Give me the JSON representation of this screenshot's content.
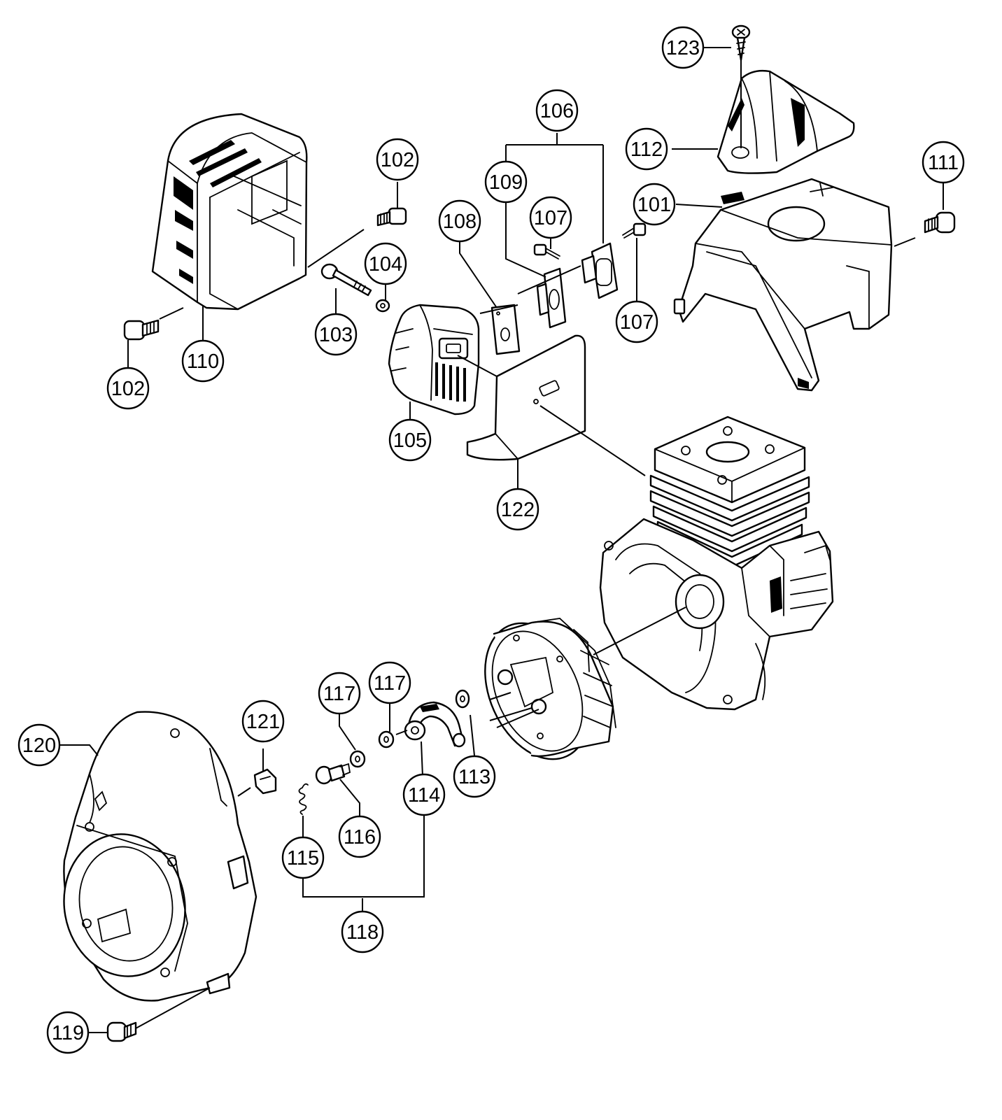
{
  "diagram": {
    "callouts": [
      {
        "id": "101",
        "label": "101"
      },
      {
        "id": "102a",
        "label": "102"
      },
      {
        "id": "102b",
        "label": "102"
      },
      {
        "id": "103",
        "label": "103"
      },
      {
        "id": "104",
        "label": "104"
      },
      {
        "id": "105",
        "label": "105"
      },
      {
        "id": "106",
        "label": "106"
      },
      {
        "id": "107a",
        "label": "107"
      },
      {
        "id": "107b",
        "label": "107"
      },
      {
        "id": "108",
        "label": "108"
      },
      {
        "id": "109",
        "label": "109"
      },
      {
        "id": "110",
        "label": "110"
      },
      {
        "id": "111",
        "label": "111"
      },
      {
        "id": "112",
        "label": "112"
      },
      {
        "id": "113",
        "label": "113"
      },
      {
        "id": "114",
        "label": "114"
      },
      {
        "id": "115",
        "label": "115"
      },
      {
        "id": "116",
        "label": "116"
      },
      {
        "id": "117a",
        "label": "117"
      },
      {
        "id": "117b",
        "label": "117"
      },
      {
        "id": "118",
        "label": "118"
      },
      {
        "id": "119",
        "label": "119"
      },
      {
        "id": "120",
        "label": "120"
      },
      {
        "id": "121",
        "label": "121"
      },
      {
        "id": "122",
        "label": "122"
      },
      {
        "id": "123",
        "label": "123"
      }
    ]
  }
}
